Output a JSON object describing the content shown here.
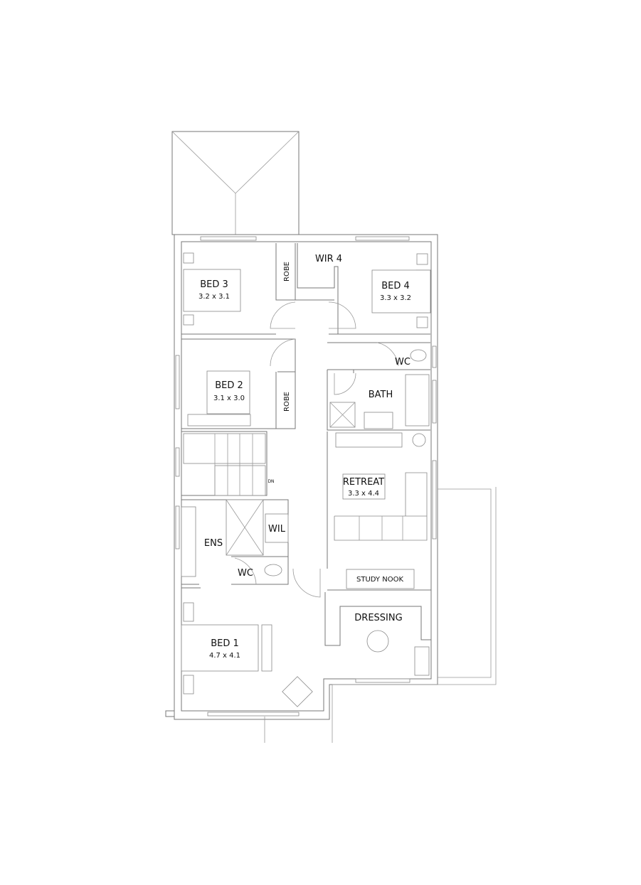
{
  "rooms": {
    "bed3": {
      "name": "BED 3",
      "size": "3.2 x 3.1"
    },
    "bed4": {
      "name": "BED 4",
      "size": "3.3 x 3.2"
    },
    "bed2": {
      "name": "BED 2",
      "size": "3.1 x 3.0"
    },
    "bed1": {
      "name": "BED 1",
      "size": "4.7 x 4.1"
    },
    "retreat": {
      "name": "RETREAT",
      "size": "3.3 x 4.4"
    },
    "wir4": "WIR 4",
    "robe_a": "ROBE",
    "robe_b": "ROBE",
    "wc_upper": "WC",
    "wc_lower": "WC",
    "bath": "BATH",
    "ens": "ENS",
    "wil": "WIL",
    "study_nook": "STUDY NOOK",
    "dressing": "DRESSING",
    "stair_dn": "DN"
  },
  "colors": {
    "line": "#777777",
    "text": "#111111"
  }
}
